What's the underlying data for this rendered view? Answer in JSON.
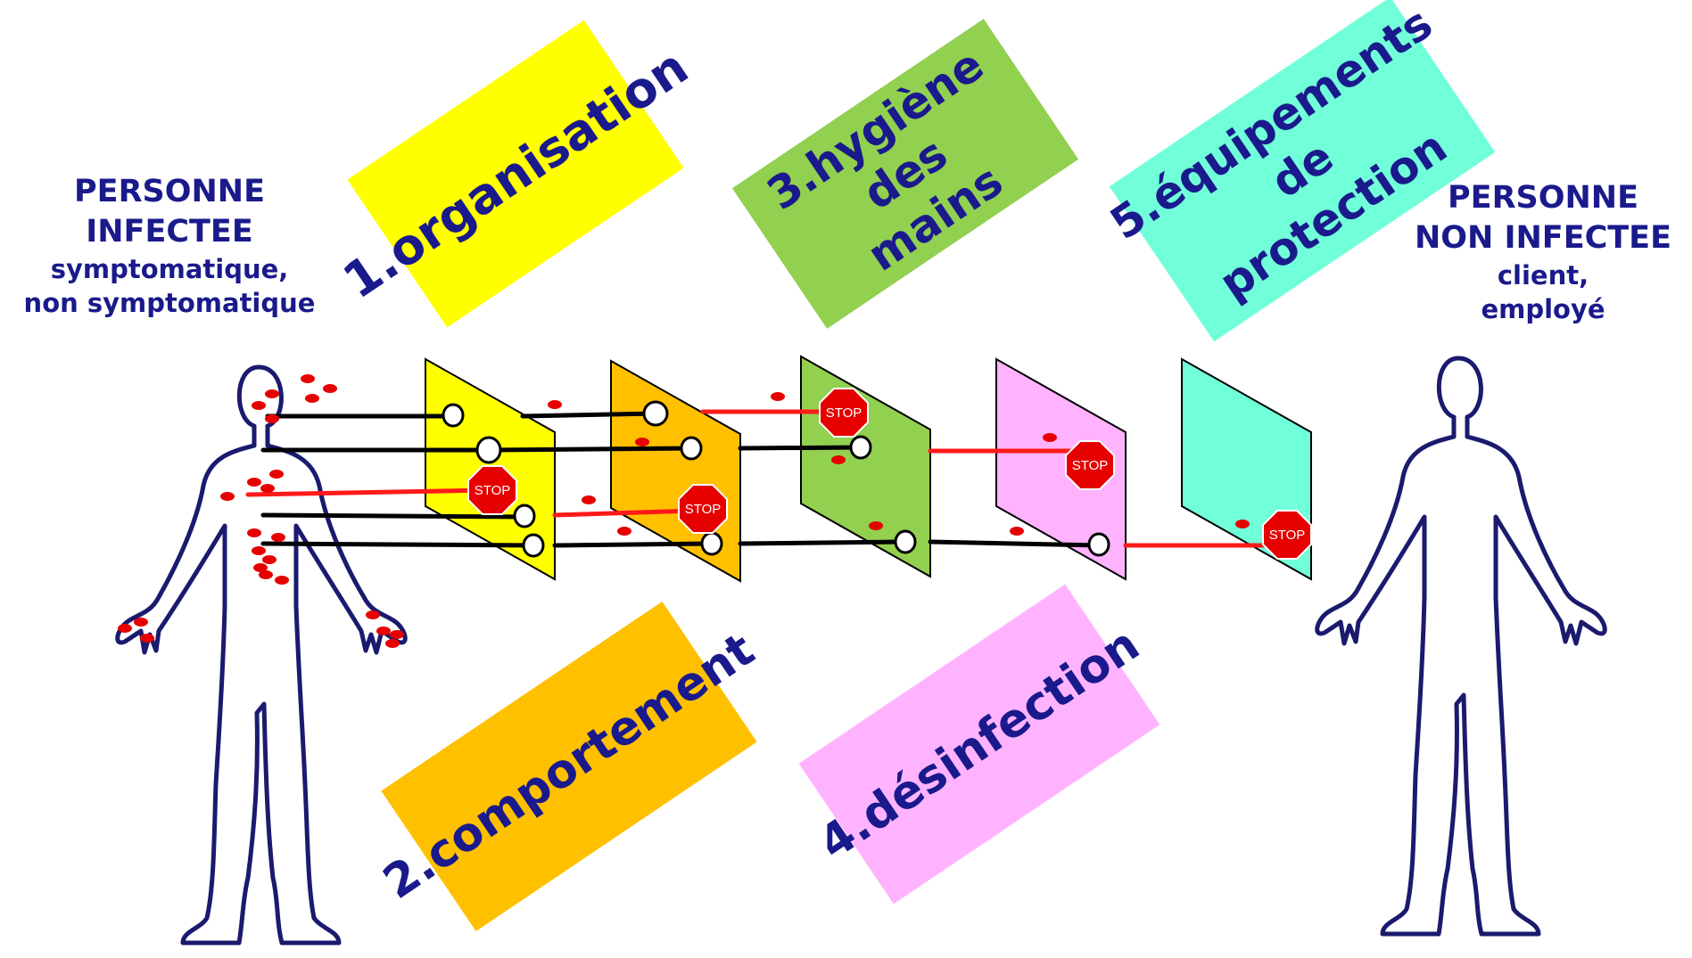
{
  "left_person": {
    "line1": "PERSONNE",
    "line2": "INFECTEE",
    "line3": "symptomatique,",
    "line4": "non symptomatique"
  },
  "right_person": {
    "line1": "PERSONNE",
    "line2": "NON INFECTEE",
    "line3": "client,",
    "line4": "employé"
  },
  "barriers": [
    {
      "label_line1": "1.organisation",
      "label_line2": "",
      "color": "#ffff00"
    },
    {
      "label_line1": "2.comportement",
      "label_line2": "",
      "color": "#ffc000"
    },
    {
      "label_line1": "3.hygiène des",
      "label_line2": "mains",
      "color": "#92d050"
    },
    {
      "label_line1": "4.désinfection",
      "label_line2": "",
      "color": "#ffb3ff"
    },
    {
      "label_line1": "5.équipements",
      "label_line2": "de protection",
      "color": "#70ffd8"
    }
  ],
  "stop_sign_text": "STOP",
  "colors": {
    "text": "#1a1a8c",
    "outline": "#1a1a6e",
    "germ": "#e60000",
    "blocked_path": "#ff1a1a",
    "open_path": "#000000",
    "stop_sign": "#e60000"
  },
  "icons": {
    "person": "human-body-outline-icon",
    "germ": "red-dot-icon",
    "stop": "stop-sign-icon"
  }
}
